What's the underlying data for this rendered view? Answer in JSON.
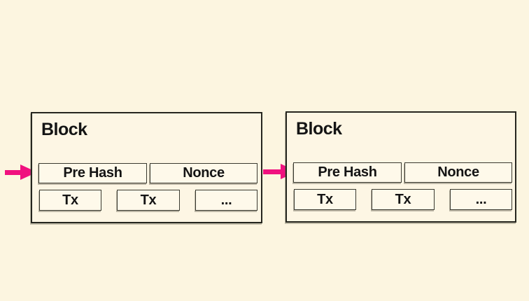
{
  "canvas": {
    "background_color": "#FCF5E0"
  },
  "colors": {
    "arrow_pink": "#F0117F",
    "block_border": "#26261F",
    "box_fill": "#FEF9EA",
    "text": "#141414"
  },
  "blocks": [
    {
      "title": "Block",
      "fields": {
        "pre_hash": "Pre Hash",
        "nonce": "Nonce"
      },
      "transactions": [
        "Tx",
        "Tx",
        "..."
      ]
    },
    {
      "title": "Block",
      "fields": {
        "pre_hash": "Pre Hash",
        "nonce": "Nonce"
      },
      "transactions": [
        "Tx",
        "Tx",
        "..."
      ]
    }
  ],
  "arrows": [
    {
      "name": "chain-arrow-into-block-1"
    },
    {
      "name": "chain-arrow-into-block-2"
    }
  ]
}
